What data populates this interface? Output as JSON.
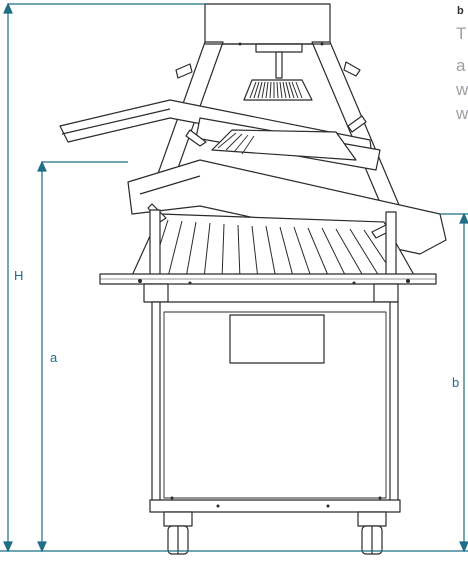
{
  "dimensions": {
    "H": "H",
    "a": "a",
    "b": "b"
  },
  "side_text": {
    "heading": "b",
    "lines": [
      "T",
      "a",
      "w",
      "w"
    ]
  },
  "colors": {
    "dimension_line": "#1f6f86",
    "machine_line": "#2b2b2b",
    "side_text": "#9aa0a6"
  }
}
